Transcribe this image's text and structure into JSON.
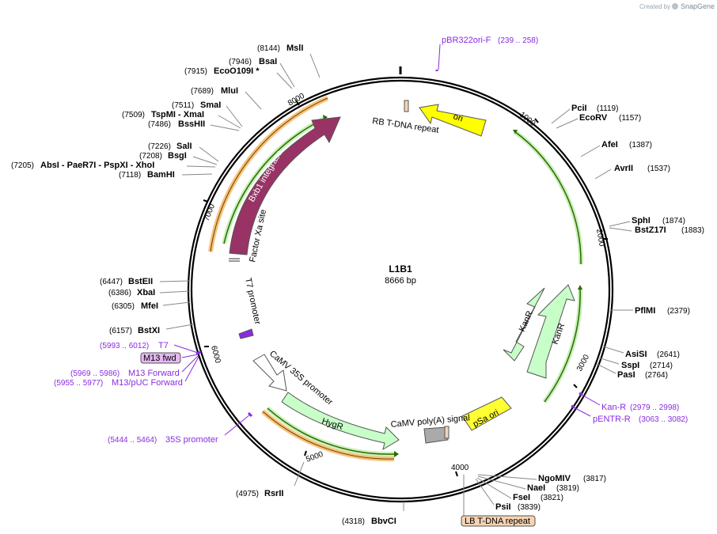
{
  "credit": {
    "prefix": "Created by",
    "brand": "SnapGene"
  },
  "plasmid": {
    "name": "L1B1",
    "size_label": "8666 bp",
    "length": 8666
  },
  "ticks": [
    {
      "pos": 1000,
      "label": "1000"
    },
    {
      "pos": 2000,
      "label": "2000"
    },
    {
      "pos": 3000,
      "label": "3000"
    },
    {
      "pos": 4000,
      "label": "4000"
    },
    {
      "pos": 5000,
      "label": "5000"
    },
    {
      "pos": 6000,
      "label": "6000"
    },
    {
      "pos": 7000,
      "label": "7000"
    },
    {
      "pos": 8000,
      "label": "8000"
    }
  ],
  "right_sites": [
    {
      "name": "PciI",
      "pos": "(1119)"
    },
    {
      "name": "EcoRV",
      "pos": "(1157)"
    },
    {
      "name": "AfeI",
      "pos": "(1387)"
    },
    {
      "name": "AvrII",
      "pos": "(1537)"
    },
    {
      "name": "SphI",
      "pos": "(1874)"
    },
    {
      "name": "BstZ17I",
      "pos": "(1883)"
    },
    {
      "name": "PflMI",
      "pos": "(2379)"
    },
    {
      "name": "AsiSI",
      "pos": "(2641)"
    },
    {
      "name": "SspI",
      "pos": "(2714)"
    },
    {
      "name": "PasI",
      "pos": "(2764)"
    },
    {
      "name": "NgoMIV",
      "pos": "(3817)"
    },
    {
      "name": "NaeI",
      "pos": "(3819)"
    },
    {
      "name": "FseI",
      "pos": "(3821)"
    },
    {
      "name": "PsiI",
      "pos": "(3839)"
    }
  ],
  "left_sites": [
    {
      "name": "MslI",
      "pos": "(8144)"
    },
    {
      "name": "BsaI",
      "pos": "(7946)"
    },
    {
      "name": "EcoO109I *",
      "pos": "(7915)"
    },
    {
      "name": "MluI",
      "pos": "(7689)"
    },
    {
      "name": "SmaI",
      "pos": "(7511)"
    },
    {
      "name": "TspMI  - XmaI",
      "pos": "(7509)"
    },
    {
      "name": "BssHII",
      "pos": "(7486)"
    },
    {
      "name": "SalI",
      "pos": "(7226)"
    },
    {
      "name": "BsgI",
      "pos": "(7208)"
    },
    {
      "name": "AbsI   - PaeR7I   - PspXI  - XhoI",
      "pos": "(7205)"
    },
    {
      "name": "BamHI",
      "pos": "(7118)"
    },
    {
      "name": "BstEII",
      "pos": "(6447)"
    },
    {
      "name": "XbaI",
      "pos": "(6386)"
    },
    {
      "name": "MfeI",
      "pos": "(6305)"
    },
    {
      "name": "BstXI",
      "pos": "(6157)"
    },
    {
      "name": "RsrII",
      "pos": "(4975)"
    },
    {
      "name": "BbvCI",
      "pos": "(4318)"
    }
  ],
  "primers": [
    {
      "name": "pBR322ori-F",
      "range": "(239 .. 258)"
    },
    {
      "name": "Kan-R",
      "range": "(2979 .. 2998)"
    },
    {
      "name": "pENTR-R",
      "range": "(3063 .. 3082)"
    },
    {
      "name": "T7",
      "range": "(5993 .. 6012)"
    },
    {
      "name": "M13 fwd",
      "range": ""
    },
    {
      "name": "M13 Forward",
      "range": "(5969 .. 5986)"
    },
    {
      "name": "M13/pUC Forward",
      "range": "(5955 .. 5977)"
    },
    {
      "name": "35S promoter",
      "range": "(5444 .. 5464)"
    }
  ],
  "features": {
    "ori": "ori",
    "rb": "RB T-DNA repeat",
    "lb": "LB T-DNA repeat",
    "kanr1": "KanR",
    "kanr2": "KanR",
    "psa": "pSa ori",
    "polya": "CaMV poly(A) signal",
    "hygr": "HygR",
    "camv35s": "CaMV 35S promoter",
    "t7": "T7 promoter",
    "xa": "Factor Xa site",
    "bxb1": "Bxb1 integrase"
  },
  "colors": {
    "ori": "#ffff00",
    "kanr": "#c8ffc8",
    "hygr": "#c8ffc8",
    "bxb1": "#993366",
    "psa": "#ffff33",
    "rb_lb": "#f5d3b3",
    "primer": "#8a2be2",
    "orf_green": "#2d6a00",
    "orf_orange": "#f7c27a"
  }
}
